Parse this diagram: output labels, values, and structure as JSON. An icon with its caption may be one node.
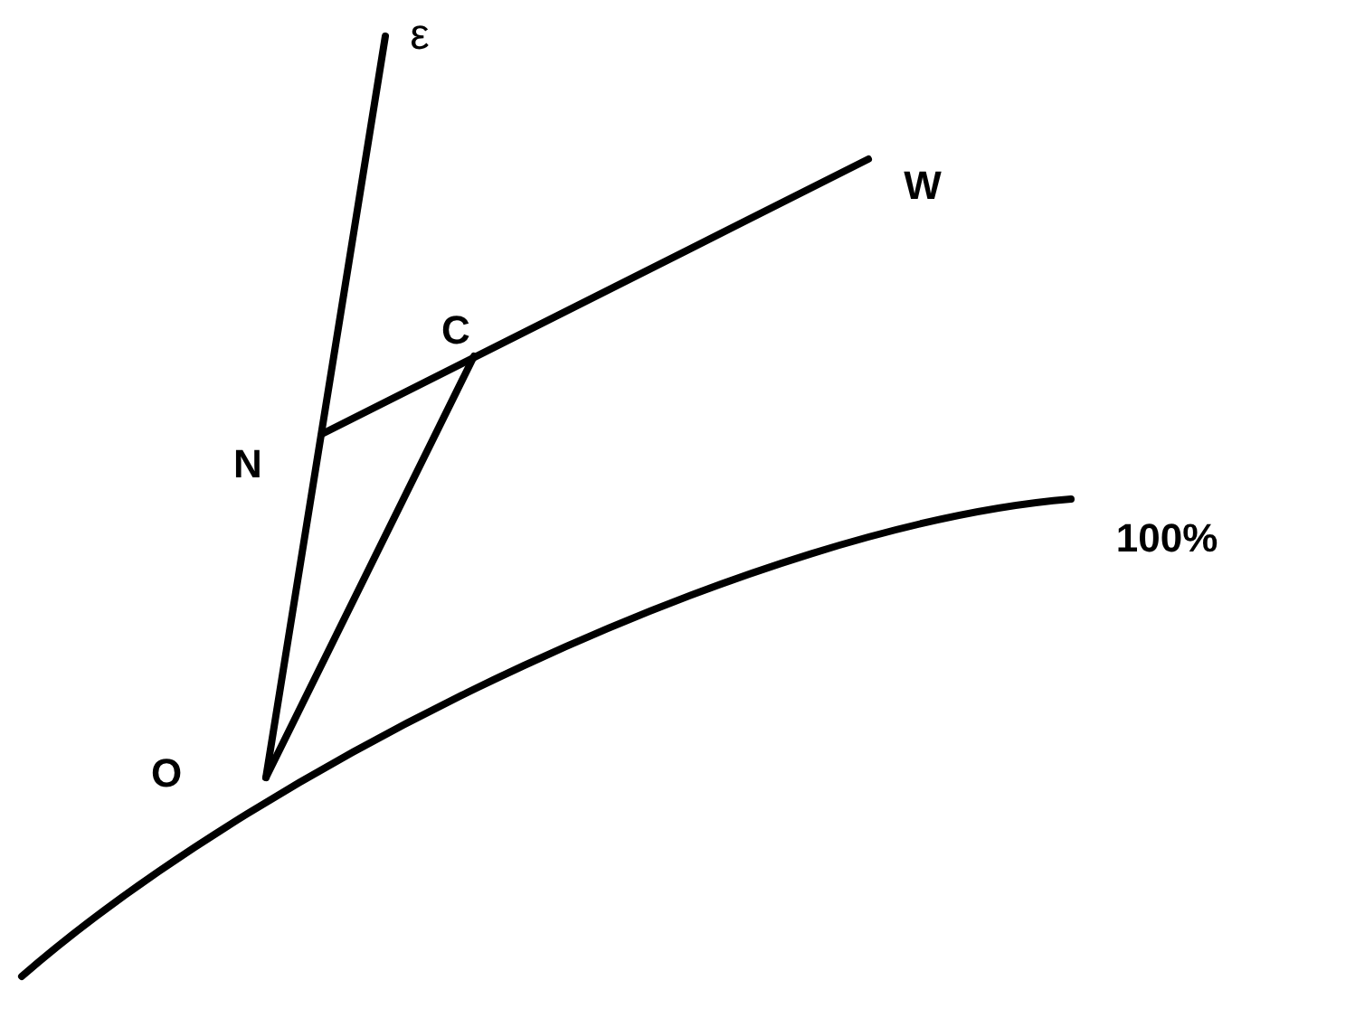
{
  "diagram": {
    "labels": [
      "ε",
      "W",
      "C",
      "N",
      "O",
      "100%"
    ]
  }
}
